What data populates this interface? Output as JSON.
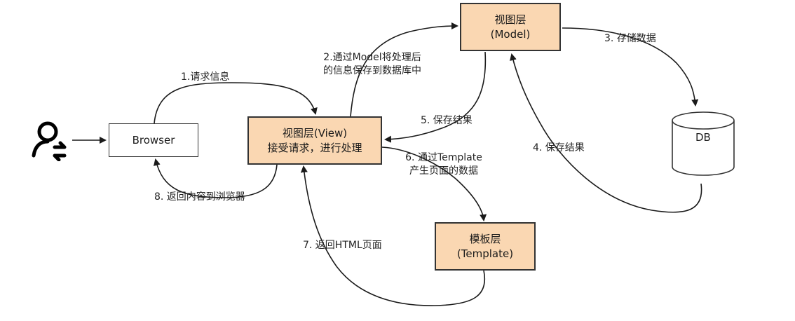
{
  "nodes": {
    "browser": "Browser",
    "view_line1": "视图层(View)",
    "view_line2": "接受请求，进行处理",
    "model_line1": "视图层",
    "model_line2": "(Model)",
    "template_line1": "模板层",
    "template_line2": "(Template)",
    "db": "DB"
  },
  "edges": {
    "e1": "1.请求信息",
    "e2_line1": "2.通过Model将处理后",
    "e2_line2": "的信息保存到数据库中",
    "e3": "3. 存储数据",
    "e4": "4. 保存结果",
    "e5": "5. 保存结果",
    "e6_line1": "6. 通过Template",
    "e6_line2": "产生页面的数据",
    "e7": "7. 返回HTML页面",
    "e8": "8. 返回内容到浏览器"
  },
  "icons": {
    "user": "user-switch-icon"
  },
  "colors": {
    "box_fill": "#fad7b2",
    "stroke": "#333333"
  }
}
